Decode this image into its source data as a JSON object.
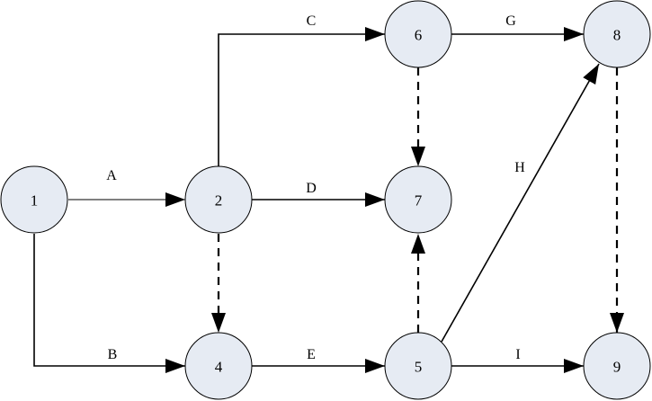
{
  "diagram": {
    "nodes": [
      {
        "id": "1",
        "label": "1"
      },
      {
        "id": "2",
        "label": "2"
      },
      {
        "id": "4",
        "label": "4"
      },
      {
        "id": "5",
        "label": "5"
      },
      {
        "id": "6",
        "label": "6"
      },
      {
        "id": "7",
        "label": "7"
      },
      {
        "id": "8",
        "label": "8"
      },
      {
        "id": "9",
        "label": "9"
      }
    ],
    "edges": [
      {
        "id": "A",
        "label": "A",
        "from": "1",
        "to": "2",
        "style": "solid"
      },
      {
        "id": "B",
        "label": "B",
        "from": "1",
        "to": "4",
        "style": "solid"
      },
      {
        "id": "C",
        "label": "C",
        "from": "2",
        "to": "6",
        "style": "solid"
      },
      {
        "id": "D",
        "label": "D",
        "from": "2",
        "to": "7",
        "style": "solid"
      },
      {
        "id": "E",
        "label": "E",
        "from": "4",
        "to": "5",
        "style": "solid"
      },
      {
        "id": "G",
        "label": "G",
        "from": "6",
        "to": "8",
        "style": "solid"
      },
      {
        "id": "H",
        "label": "H",
        "from": "5",
        "to": "8",
        "style": "solid"
      },
      {
        "id": "I",
        "label": "I",
        "from": "5",
        "to": "9",
        "style": "solid"
      },
      {
        "id": "d-2-4",
        "label": "",
        "from": "2",
        "to": "4",
        "style": "dashed"
      },
      {
        "id": "d-6-7",
        "label": "",
        "from": "6",
        "to": "7",
        "style": "dashed"
      },
      {
        "id": "d-5-7",
        "label": "",
        "from": "5",
        "to": "7",
        "style": "dashed"
      },
      {
        "id": "d-8-9",
        "label": "",
        "from": "8",
        "to": "9",
        "style": "dashed"
      }
    ],
    "colors": {
      "node_fill": "#e6ebf3",
      "stroke": "#000000",
      "background": "#ffffff"
    }
  }
}
